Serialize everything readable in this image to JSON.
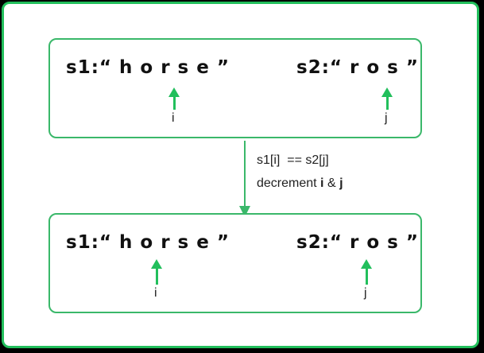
{
  "top": {
    "s1": "s1:“ h o r s e ”",
    "s2": "s2:“ r o s ”",
    "i_label": "i",
    "j_label": "j"
  },
  "bottom": {
    "s1": "s1:“ h o r s e ”",
    "s2": "s2:“ r o s ”",
    "i_label": "i",
    "j_label": "j"
  },
  "transition": {
    "condition": "s1[i]  == s2[j]",
    "action_prefix": "decrement ",
    "action_i": "i",
    "action_amp": " & ",
    "action_j": "j"
  },
  "colors": {
    "accent": "#22bf5c",
    "box_border": "#3ab86a"
  }
}
